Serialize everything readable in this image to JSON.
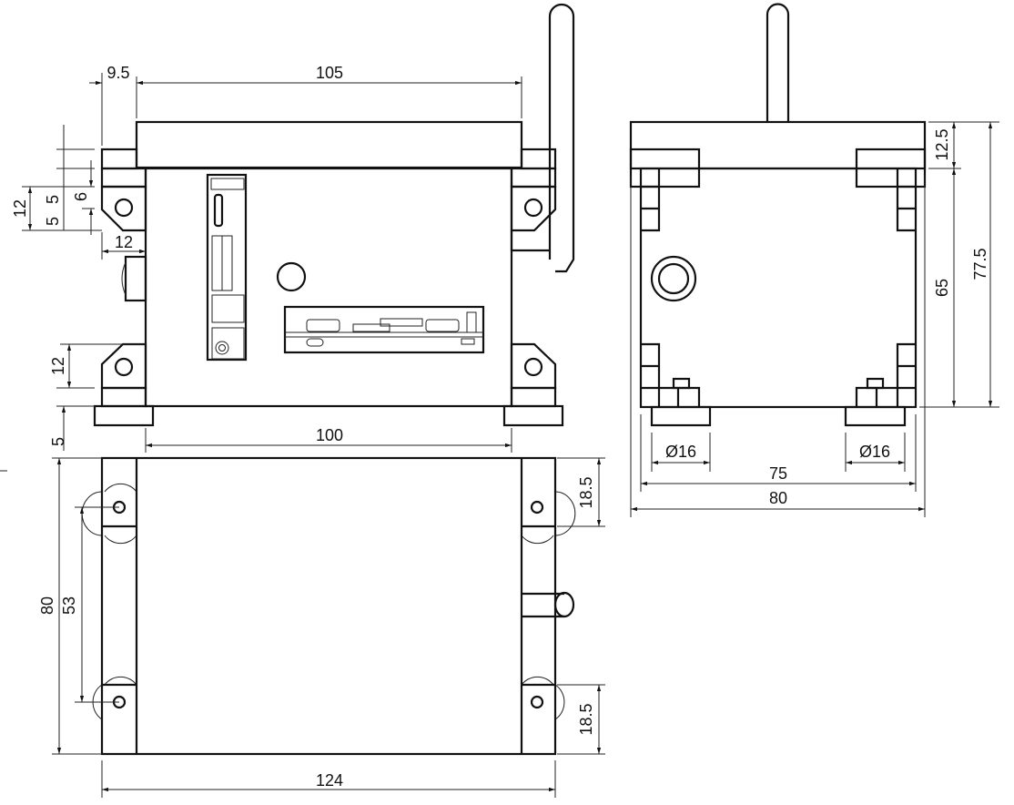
{
  "views": [
    "front-view",
    "bottom-view",
    "side-view"
  ],
  "front_dimensions": {
    "d9_5": "9.5",
    "d105": "105",
    "d12a": "12",
    "d5a": "5",
    "d5b": "5",
    "d6": "6",
    "d12h": "12",
    "d12b": "12",
    "d5c": "5",
    "d100": "100"
  },
  "bottom_dimensions": {
    "d80": "80",
    "d53": "53",
    "d18_5a": "18.5",
    "d18_5b": "18.5",
    "d124": "124"
  },
  "side_dimensions": {
    "d12_5": "12.5",
    "d65": "65",
    "d77_5": "77.5",
    "dia1": "Ø16",
    "dia2": "Ø16",
    "d75": "75",
    "d80": "80"
  }
}
